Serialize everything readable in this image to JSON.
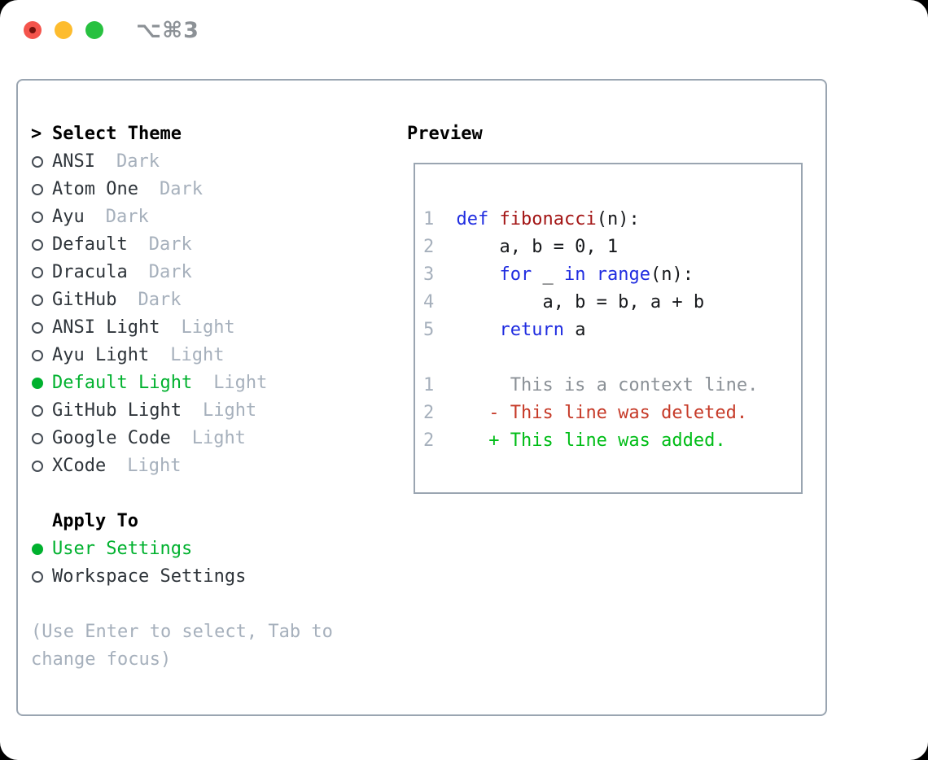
{
  "titlebar": {
    "shortcut_label": "⌥⌘3"
  },
  "colors": {
    "selected_green": "#00b12e",
    "added_green": "#00bd17",
    "deleted_red": "#c63a28",
    "keyword_blue": "#1f2ce0",
    "function_red": "#a31515",
    "code_text": "#17191c",
    "context_gray": "#8b9197",
    "muted_gray": "#a6b0bc",
    "list_text": "#2e343a",
    "border_gray": "#9aa5b1"
  },
  "theme_selector": {
    "heading_marker": ">",
    "heading": "Select Theme",
    "items": [
      {
        "name": "ANSI",
        "variant": "Dark",
        "selected": false
      },
      {
        "name": "Atom One",
        "variant": "Dark",
        "selected": false
      },
      {
        "name": "Ayu",
        "variant": "Dark",
        "selected": false
      },
      {
        "name": "Default",
        "variant": "Dark",
        "selected": false
      },
      {
        "name": "Dracula",
        "variant": "Dark",
        "selected": false
      },
      {
        "name": "GitHub",
        "variant": "Dark",
        "selected": false
      },
      {
        "name": "ANSI Light",
        "variant": "Light",
        "selected": false
      },
      {
        "name": "Ayu Light",
        "variant": "Light",
        "selected": false
      },
      {
        "name": "Default Light",
        "variant": "Light",
        "selected": true
      },
      {
        "name": "GitHub Light",
        "variant": "Light",
        "selected": false
      },
      {
        "name": "Google Code",
        "variant": "Light",
        "selected": false
      },
      {
        "name": "XCode",
        "variant": "Light",
        "selected": false
      }
    ]
  },
  "apply_to": {
    "heading": "Apply To",
    "items": [
      {
        "name": "User Settings",
        "selected": true
      },
      {
        "name": "Workspace Settings",
        "selected": false
      }
    ]
  },
  "help": {
    "line1": "(Use Enter to select, Tab to",
    "line2": "change focus)"
  },
  "preview": {
    "heading": "Preview",
    "python": [
      {
        "num": "1",
        "tokens": [
          {
            "t": "  ",
            "c": "code_text"
          },
          {
            "t": "def ",
            "c": "keyword_blue"
          },
          {
            "t": "fibonacci",
            "c": "function_red"
          },
          {
            "t": "(n):",
            "c": "code_text"
          }
        ]
      },
      {
        "num": "2",
        "tokens": [
          {
            "t": "      a, b = 0, 1",
            "c": "code_text"
          }
        ]
      },
      {
        "num": "3",
        "tokens": [
          {
            "t": "      ",
            "c": "code_text"
          },
          {
            "t": "for",
            "c": "keyword_blue"
          },
          {
            "t": " _ ",
            "c": "code_text"
          },
          {
            "t": "in",
            "c": "keyword_blue"
          },
          {
            "t": " ",
            "c": "code_text"
          },
          {
            "t": "range",
            "c": "keyword_blue"
          },
          {
            "t": "(n):",
            "c": "code_text"
          }
        ]
      },
      {
        "num": "4",
        "tokens": [
          {
            "t": "          a, b = b, a + b",
            "c": "code_text"
          }
        ]
      },
      {
        "num": "5",
        "tokens": [
          {
            "t": "      ",
            "c": "code_text"
          },
          {
            "t": "return",
            "c": "keyword_blue"
          },
          {
            "t": " a",
            "c": "code_text"
          }
        ]
      }
    ],
    "diff": [
      {
        "num": "1",
        "tokens": [
          {
            "t": "       This is a context line.",
            "c": "context_gray"
          }
        ]
      },
      {
        "num": "2",
        "tokens": [
          {
            "t": "     ",
            "c": "code_text"
          },
          {
            "t": "- This line was deleted.",
            "c": "deleted_red"
          }
        ]
      },
      {
        "num": "2",
        "tokens": [
          {
            "t": "     ",
            "c": "code_text"
          },
          {
            "t": "+ This line was added.",
            "c": "added_green"
          }
        ]
      }
    ]
  }
}
